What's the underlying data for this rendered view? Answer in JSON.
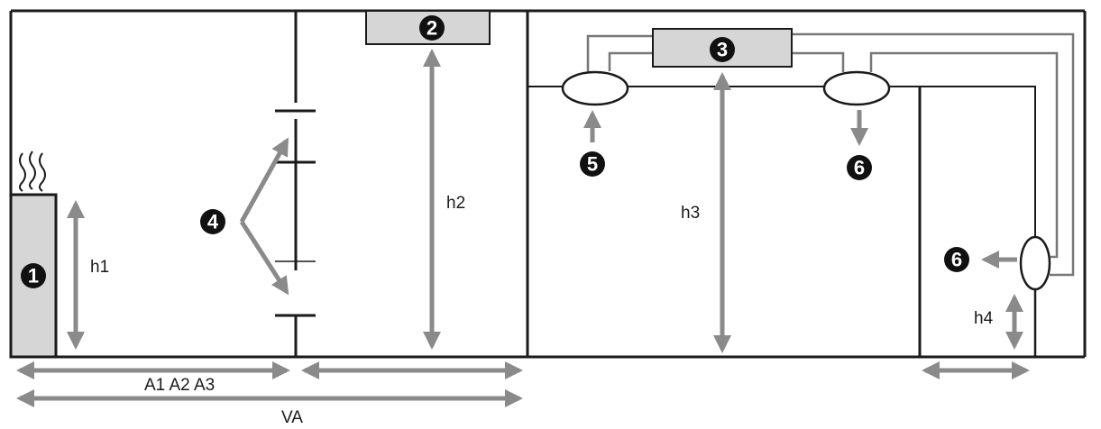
{
  "colors": {
    "line": "#1a1a1a",
    "arrow": "#8a8a8a",
    "box_fill": "#d6d6d6",
    "marker_fill": "#111111",
    "duct": "#777777"
  },
  "markers": {
    "m1": "1",
    "m2": "2",
    "m3": "3",
    "m4": "4",
    "m5": "5",
    "m6a": "6",
    "m6b": "6"
  },
  "labels": {
    "h1": "h1",
    "h2": "h2",
    "h3": "h3",
    "h4": "h4",
    "a_group": "A1 A2 A3",
    "va": "VA"
  }
}
